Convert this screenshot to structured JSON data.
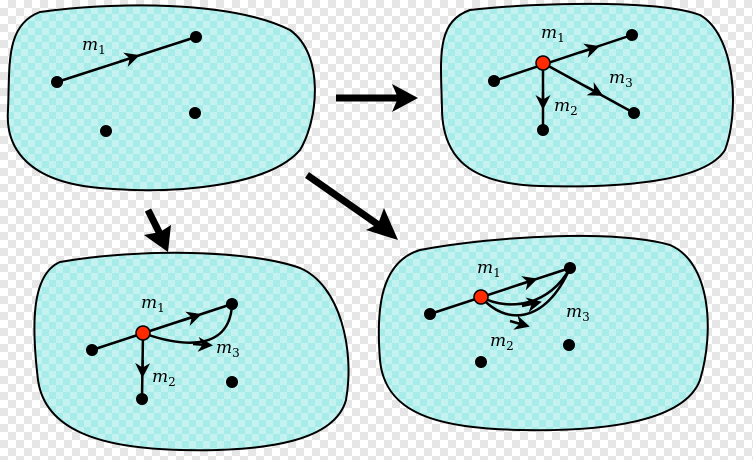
{
  "colors": {
    "blob_fill": "#a8ecea",
    "blob_stroke": "#000000",
    "vertex": "#000000",
    "highlight_vertex": "#ff2a00"
  },
  "labels": {
    "m": "m",
    "one": "1",
    "two": "2",
    "three": "3"
  },
  "panels": [
    {
      "id": "initial",
      "edges": [
        "m1"
      ]
    },
    {
      "id": "top-right",
      "edges": [
        "m1",
        "m2",
        "m3"
      ]
    },
    {
      "id": "bottom-left",
      "edges": [
        "m1",
        "m2",
        "m3"
      ]
    },
    {
      "id": "bottom-right",
      "edges": [
        "m1",
        "m2",
        "m3"
      ]
    }
  ]
}
